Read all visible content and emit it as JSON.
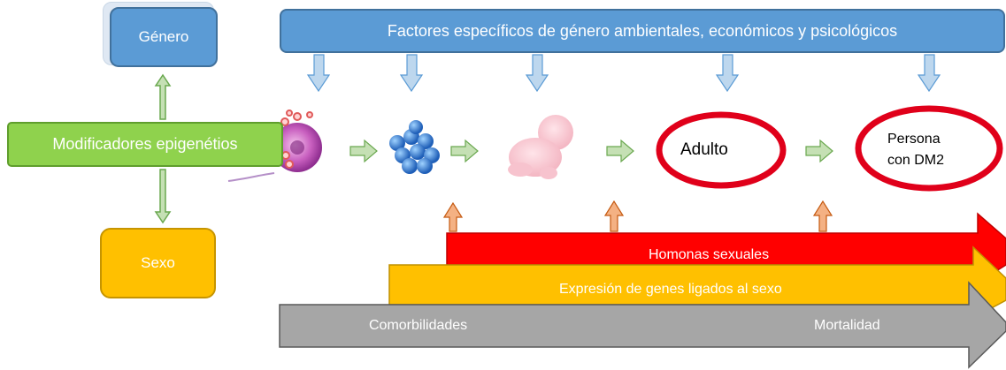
{
  "diagram": {
    "genero_label": "Género",
    "factores_label": "Factores específicos de género ambientales, económicos y psicológicos",
    "modificadores_label": "Modificadores epigenétios",
    "sexo_label": "Sexo",
    "adulto_label": "Adulto",
    "persona_label_line1": "Persona",
    "persona_label_line2": "con DM2",
    "hormonas_label": "Homonas sexuales",
    "expresion_label": "Expresión de genes ligados al sexo",
    "comorbilidades_label": "Comorbilidades",
    "mortalidad_label": "Mortalidad"
  },
  "colors": {
    "blue_box": "#5b9bd5",
    "green_box": "#8fd24d",
    "orange_box": "#ffc000",
    "red_band": "#ff0000",
    "orange_band": "#ffc000",
    "grey_band": "#a6a6a6",
    "oval_outline": "#e0001a",
    "down_arrow": "#bdd7ee",
    "right_arrow": "#c5e0b4",
    "up_arrow": "#f4b183"
  },
  "icons": [
    "oocyte-sperm-icon",
    "morula-icon",
    "fetus-icon"
  ]
}
